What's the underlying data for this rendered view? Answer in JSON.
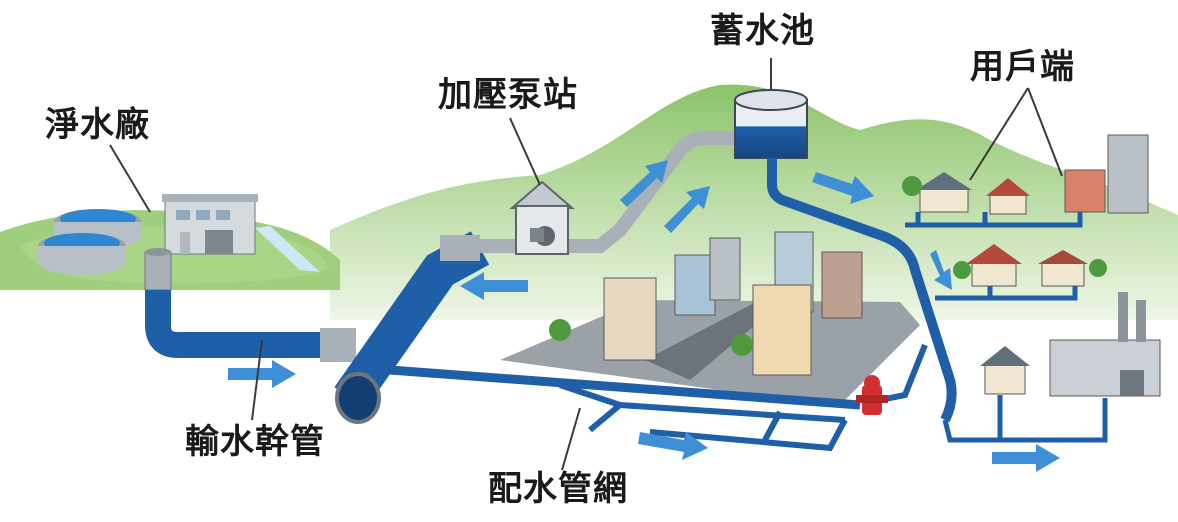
{
  "labels": {
    "plant": "淨水廠",
    "pump": "加壓泵站",
    "reservoir": "蓄水池",
    "consumers": "用戶端",
    "trunk": "輸水幹管",
    "network": "配水管網"
  },
  "colors": {
    "pipe_blue": "#1f5fa8",
    "pipe_gray": "#a9b0b7",
    "arrow_blue": "#3f8fd6",
    "hill_green": "#9fcf7c",
    "hydrant_red": "#d22f2f"
  }
}
